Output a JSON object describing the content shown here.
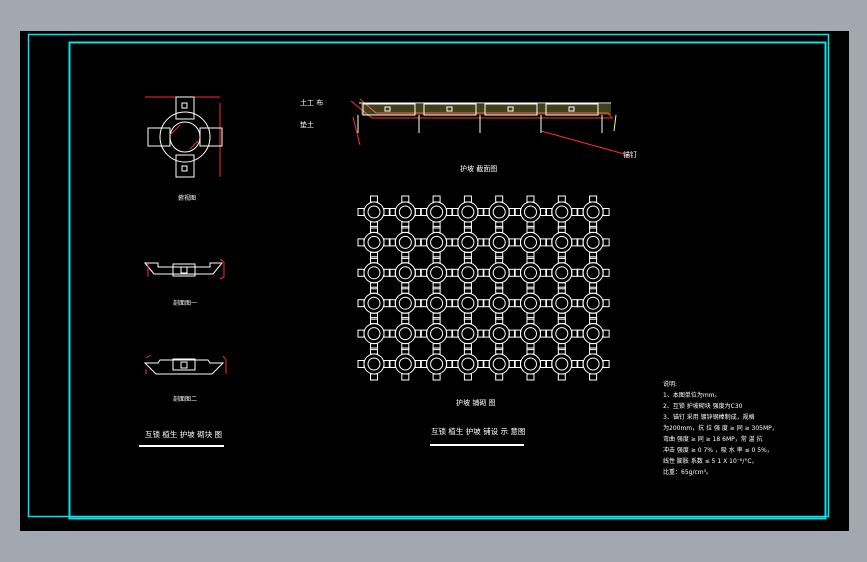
{
  "colors": {
    "background": "#000000",
    "frame": "#00e5ee",
    "linework": "#ffffff",
    "fill": "#ffff66",
    "dimension": "#ff2a2a",
    "workspace": "#a3a7b0"
  },
  "labels": {
    "layer_geotextile": "土工 布",
    "layer_cushion": "垫土",
    "anchor_nail": "锚钉",
    "section_title": "护坡 截面图",
    "plan_view": "俯视图",
    "section_one": "剖面图一",
    "section_two": "剖面图二",
    "layout_title": "护坡 铺砌 图",
    "block_drawing_title": "互锁 植生 护坡 砌块 图",
    "paving_drawing_title": "互锁 植生 护坡 铺设 示 意图"
  },
  "notes": {
    "heading": "说明:",
    "lines": [
      "1、本图单位为mm。",
      "2、互锁 护坡砌块 强度为C30",
      "3、锚钉 采用 镀锌钢棒制成，规格",
      "为200mm，抗 拉 强 度 ≥ 同 ≥ 305MP，",
      "弯曲 强度 ≥ 同 ≥ 18 6MP，常 温 抗",
      "冲击 强度 ≥ 0 7% ，吸 水 率 ≤ 0 5%，",
      "线性 膨胀 系数 ≤ 5 1 X 10⁻⁶/°C，",
      "比重：65g/cm³。"
    ]
  }
}
